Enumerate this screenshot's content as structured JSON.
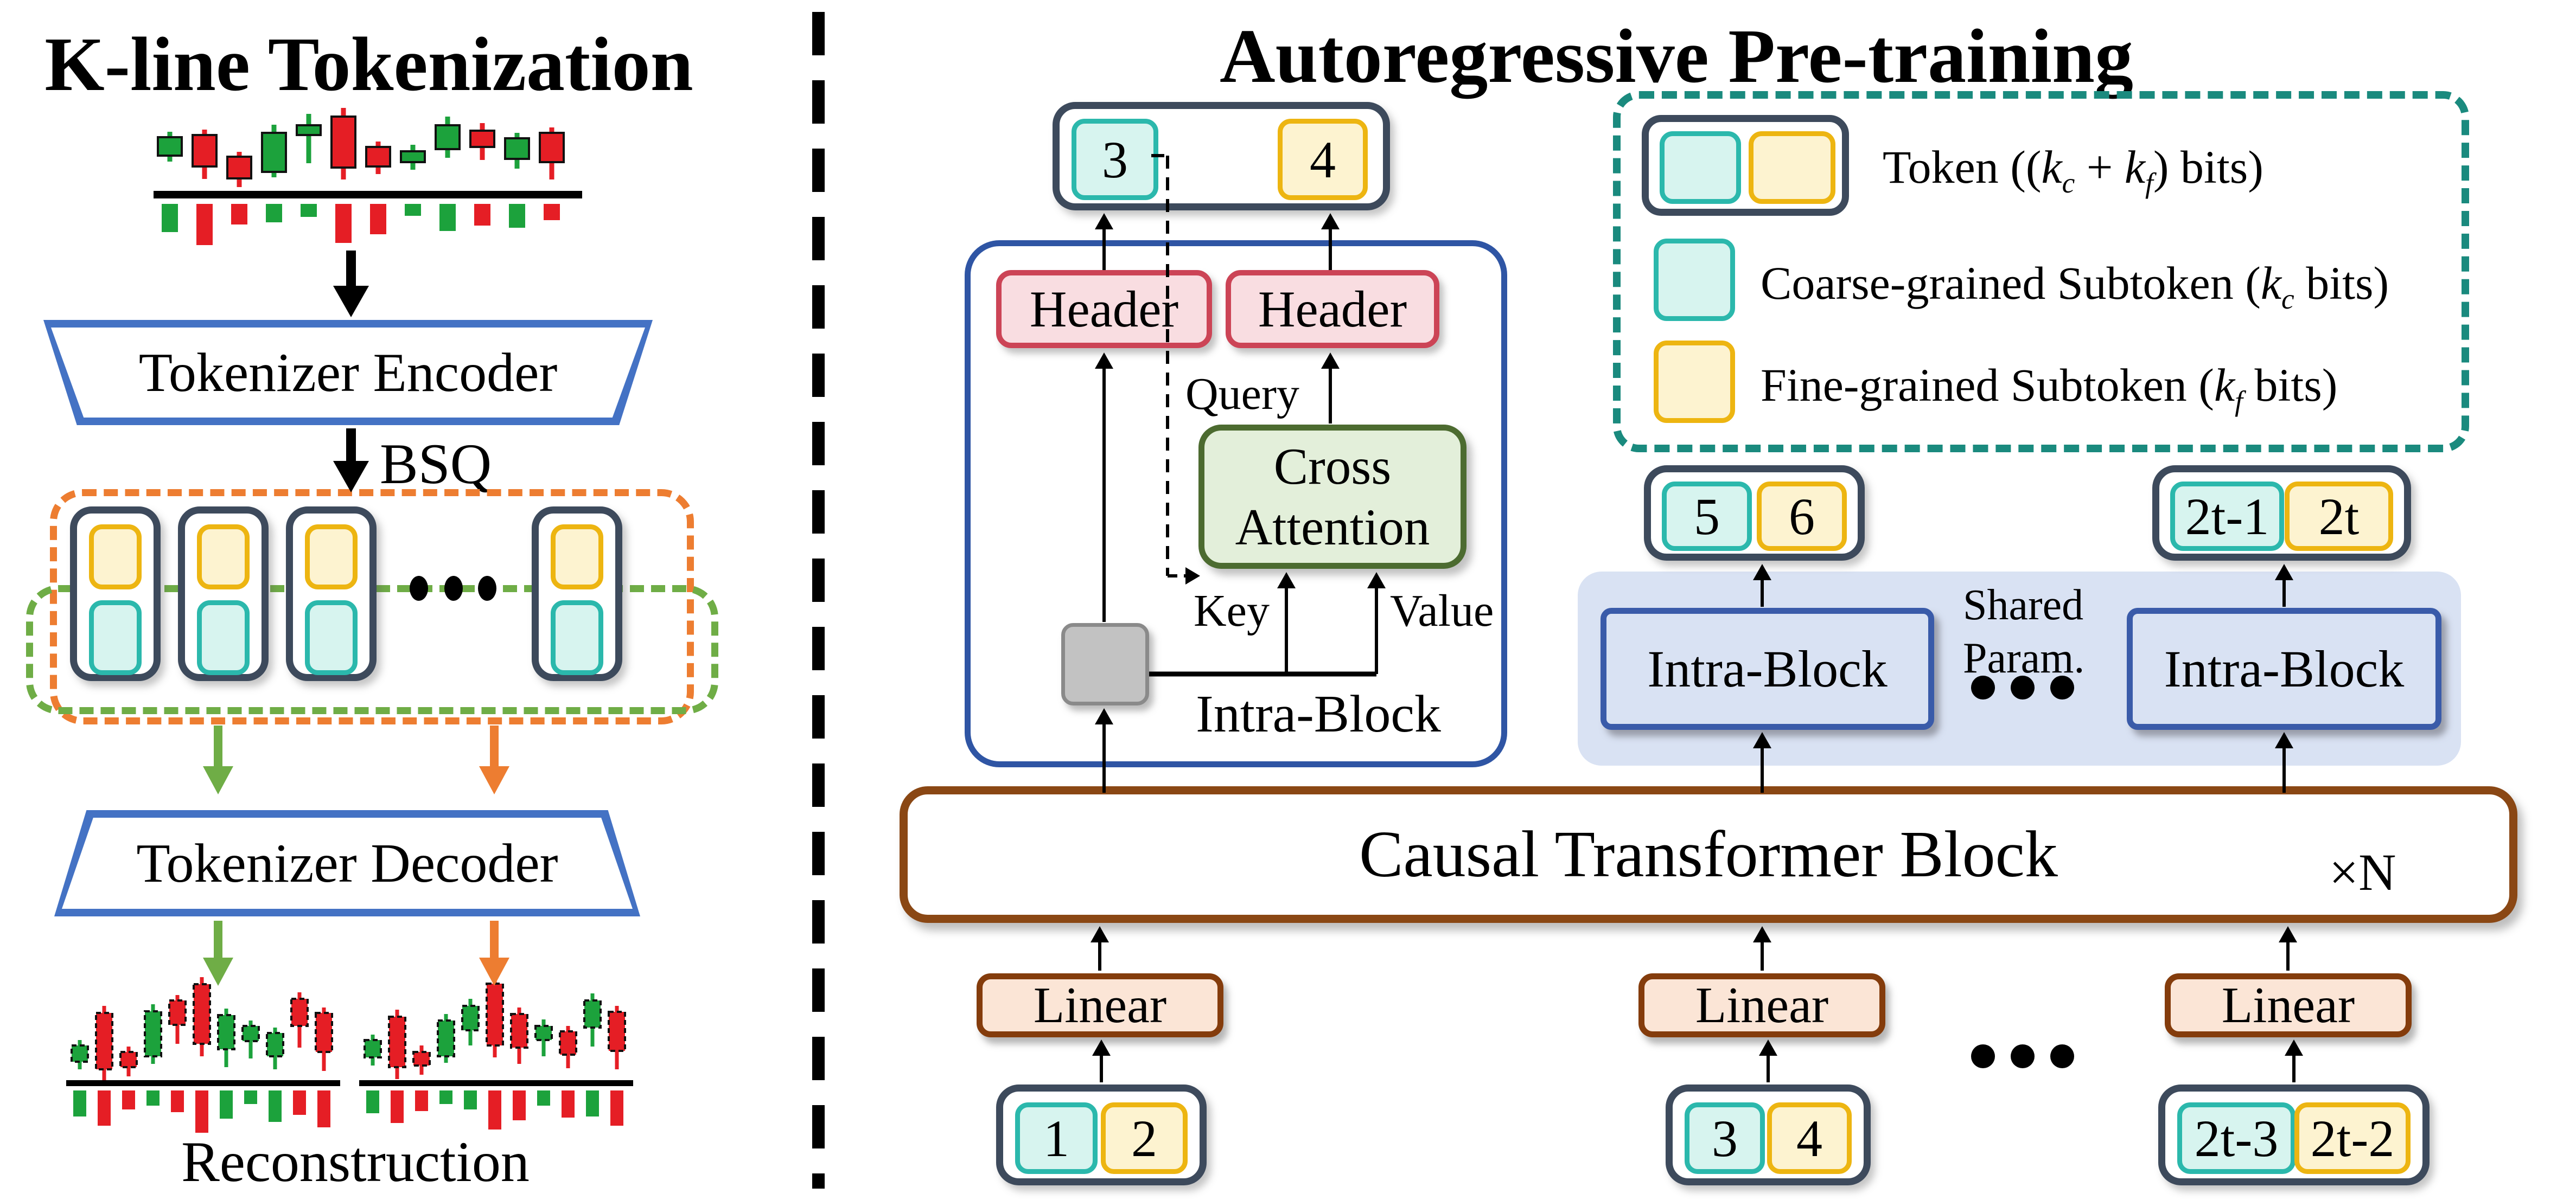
{
  "left": {
    "title": "K-line Tokenization",
    "encoder_label": "Tokenizer Encoder",
    "bsq_label": "BSQ",
    "decoder_label": "Tokenizer Decoder",
    "reconstruction_label": "Reconstruction"
  },
  "right": {
    "title": "Autoregressive Pre-training",
    "output_token": {
      "coarse": "3",
      "fine": "4"
    },
    "headers": [
      "Header",
      "Header"
    ],
    "query_label": "Query",
    "key_label": "Key",
    "value_label": "Value",
    "cross_attention": {
      "line1": "Cross",
      "line2": "Attention"
    },
    "intra_block_label": "Intra-Block",
    "mid": {
      "tokens": [
        {
          "coarse": "5",
          "fine": "6"
        },
        {
          "coarse": "2t-1",
          "fine": "2t"
        }
      ],
      "intra_blocks": [
        "Intra-Block",
        "Intra-Block"
      ],
      "shared_param": {
        "line1": "Shared",
        "line2": "Param."
      }
    },
    "causal_block": {
      "label": "Causal Transformer Block",
      "repeat": "×N"
    },
    "linears": [
      "Linear",
      "Linear",
      "Linear"
    ],
    "input_tokens": [
      {
        "coarse": "1",
        "fine": "2"
      },
      {
        "coarse": "3",
        "fine": "4"
      },
      {
        "coarse": "2t-3",
        "fine": "2t-2"
      }
    ],
    "legend": {
      "token_row": {
        "pre": "Token ((",
        "v1": "k",
        "s1": "c",
        "mid": " + ",
        "v2": "k",
        "s2": "f",
        "post": ") bits)"
      },
      "coarse_row": {
        "pre": "Coarse-grained Subtoken (",
        "v1": "k",
        "s1": "c",
        "post": " bits)"
      },
      "fine_row": {
        "pre": "Fine-grained Subtoken (",
        "v1": "k",
        "s1": "f",
        "post": " bits)"
      }
    }
  },
  "colors": {
    "coarse_fill": "#D7F4EF",
    "coarse_border": "#2BB8AC",
    "fine_fill": "#FDF3D0",
    "fine_border": "#EDB511",
    "token_border": "#3D4A5C",
    "orange": "#ED7D31",
    "green": "#6FAD46",
    "teal": "#1A8A7E",
    "blue_trapezoid": "#4472C4",
    "royal_container": "#2F55A4",
    "header_fill": "#F9DDE1",
    "header_border": "#CC4456",
    "attention_fill": "#E3EFDA",
    "attention_border": "#4C6B30",
    "lavender": "#D9E2F3",
    "intra_border": "#3A5BA9",
    "brown": "#8A4714",
    "linear_fill": "#FBE5D6",
    "candle_green": "#1CA23C",
    "candle_red": "#E51E25"
  },
  "chart_data": [
    {
      "type": "candlestick",
      "id": "kline",
      "title": "K-line input series (stylized, no axes)",
      "candles": [
        [
          30,
          48,
          103,
          58,
          92,
          "g"
        ],
        [
          94,
          44,
          135,
          54,
          112,
          "r"
        ],
        [
          158,
          85,
          150,
          94,
          134,
          "r"
        ],
        [
          222,
          35,
          132,
          50,
          122,
          "g"
        ],
        [
          286,
          15,
          106,
          36,
          54,
          "g"
        ],
        [
          350,
          4,
          136,
          20,
          114,
          "r"
        ],
        [
          414,
          66,
          126,
          76,
          112,
          "r"
        ],
        [
          478,
          72,
          118,
          84,
          104,
          "g"
        ],
        [
          542,
          20,
          96,
          36,
          80,
          "g"
        ],
        [
          606,
          32,
          100,
          46,
          76,
          "r"
        ],
        [
          670,
          50,
          116,
          60,
          98,
          "g"
        ],
        [
          734,
          40,
          136,
          50,
          104,
          "r"
        ]
      ],
      "volumes": [
        [
          30,
          52,
          "g"
        ],
        [
          94,
          76,
          "r"
        ],
        [
          158,
          38,
          "r"
        ],
        [
          222,
          34,
          "g"
        ],
        [
          286,
          24,
          "g"
        ],
        [
          350,
          72,
          "r"
        ],
        [
          414,
          56,
          "r"
        ],
        [
          478,
          22,
          "g"
        ],
        [
          542,
          50,
          "g"
        ],
        [
          606,
          40,
          "r"
        ],
        [
          670,
          44,
          "g"
        ],
        [
          734,
          30,
          "r"
        ]
      ]
    },
    {
      "type": "candlestick",
      "id": "recon_a",
      "title": "Reconstruction series 1 (stylized, dashed outlines)",
      "candles": [
        [
          25,
          118,
          172,
          128,
          158,
          "g"
        ],
        [
          70,
          55,
          192,
          68,
          172,
          "r"
        ],
        [
          115,
          130,
          185,
          140,
          168,
          "r"
        ],
        [
          160,
          52,
          162,
          65,
          148,
          "g"
        ],
        [
          205,
          35,
          125,
          45,
          90,
          "r"
        ],
        [
          250,
          2,
          148,
          15,
          125,
          "r"
        ],
        [
          295,
          60,
          168,
          72,
          135,
          "g"
        ],
        [
          340,
          82,
          152,
          92,
          120,
          "g"
        ],
        [
          385,
          95,
          172,
          105,
          148,
          "g"
        ],
        [
          430,
          30,
          132,
          42,
          92,
          "r"
        ],
        [
          475,
          58,
          175,
          68,
          140,
          "r"
        ]
      ],
      "volumes": [
        [
          25,
          48,
          "g"
        ],
        [
          70,
          65,
          "r"
        ],
        [
          115,
          35,
          "r"
        ],
        [
          160,
          28,
          "g"
        ],
        [
          205,
          40,
          "r"
        ],
        [
          250,
          78,
          "r"
        ],
        [
          295,
          52,
          "g"
        ],
        [
          340,
          25,
          "g"
        ],
        [
          385,
          58,
          "g"
        ],
        [
          430,
          45,
          "r"
        ],
        [
          475,
          68,
          "r"
        ]
      ]
    },
    {
      "type": "candlestick",
      "id": "recon_b",
      "title": "Reconstruction series 2 (stylized, dashed outlines)",
      "candles": [
        [
          25,
          108,
          165,
          118,
          150,
          "g"
        ],
        [
          70,
          62,
          190,
          75,
          168,
          "r"
        ],
        [
          115,
          128,
          182,
          140,
          165,
          "r"
        ],
        [
          160,
          70,
          160,
          82,
          148,
          "g"
        ],
        [
          205,
          42,
          128,
          55,
          100,
          "g"
        ],
        [
          250,
          0,
          150,
          14,
          128,
          "r"
        ],
        [
          295,
          58,
          162,
          70,
          132,
          "r"
        ],
        [
          340,
          80,
          148,
          92,
          118,
          "g"
        ],
        [
          385,
          92,
          170,
          102,
          145,
          "r"
        ],
        [
          430,
          32,
          130,
          45,
          95,
          "g"
        ],
        [
          475,
          55,
          172,
          66,
          138,
          "r"
        ]
      ],
      "volumes": [
        [
          25,
          42,
          "g"
        ],
        [
          70,
          60,
          "r"
        ],
        [
          115,
          38,
          "r"
        ],
        [
          160,
          25,
          "g"
        ],
        [
          205,
          35,
          "g"
        ],
        [
          250,
          72,
          "r"
        ],
        [
          295,
          55,
          "r"
        ],
        [
          340,
          28,
          "g"
        ],
        [
          385,
          50,
          "r"
        ],
        [
          430,
          48,
          "g"
        ],
        [
          475,
          65,
          "r"
        ]
      ]
    }
  ]
}
